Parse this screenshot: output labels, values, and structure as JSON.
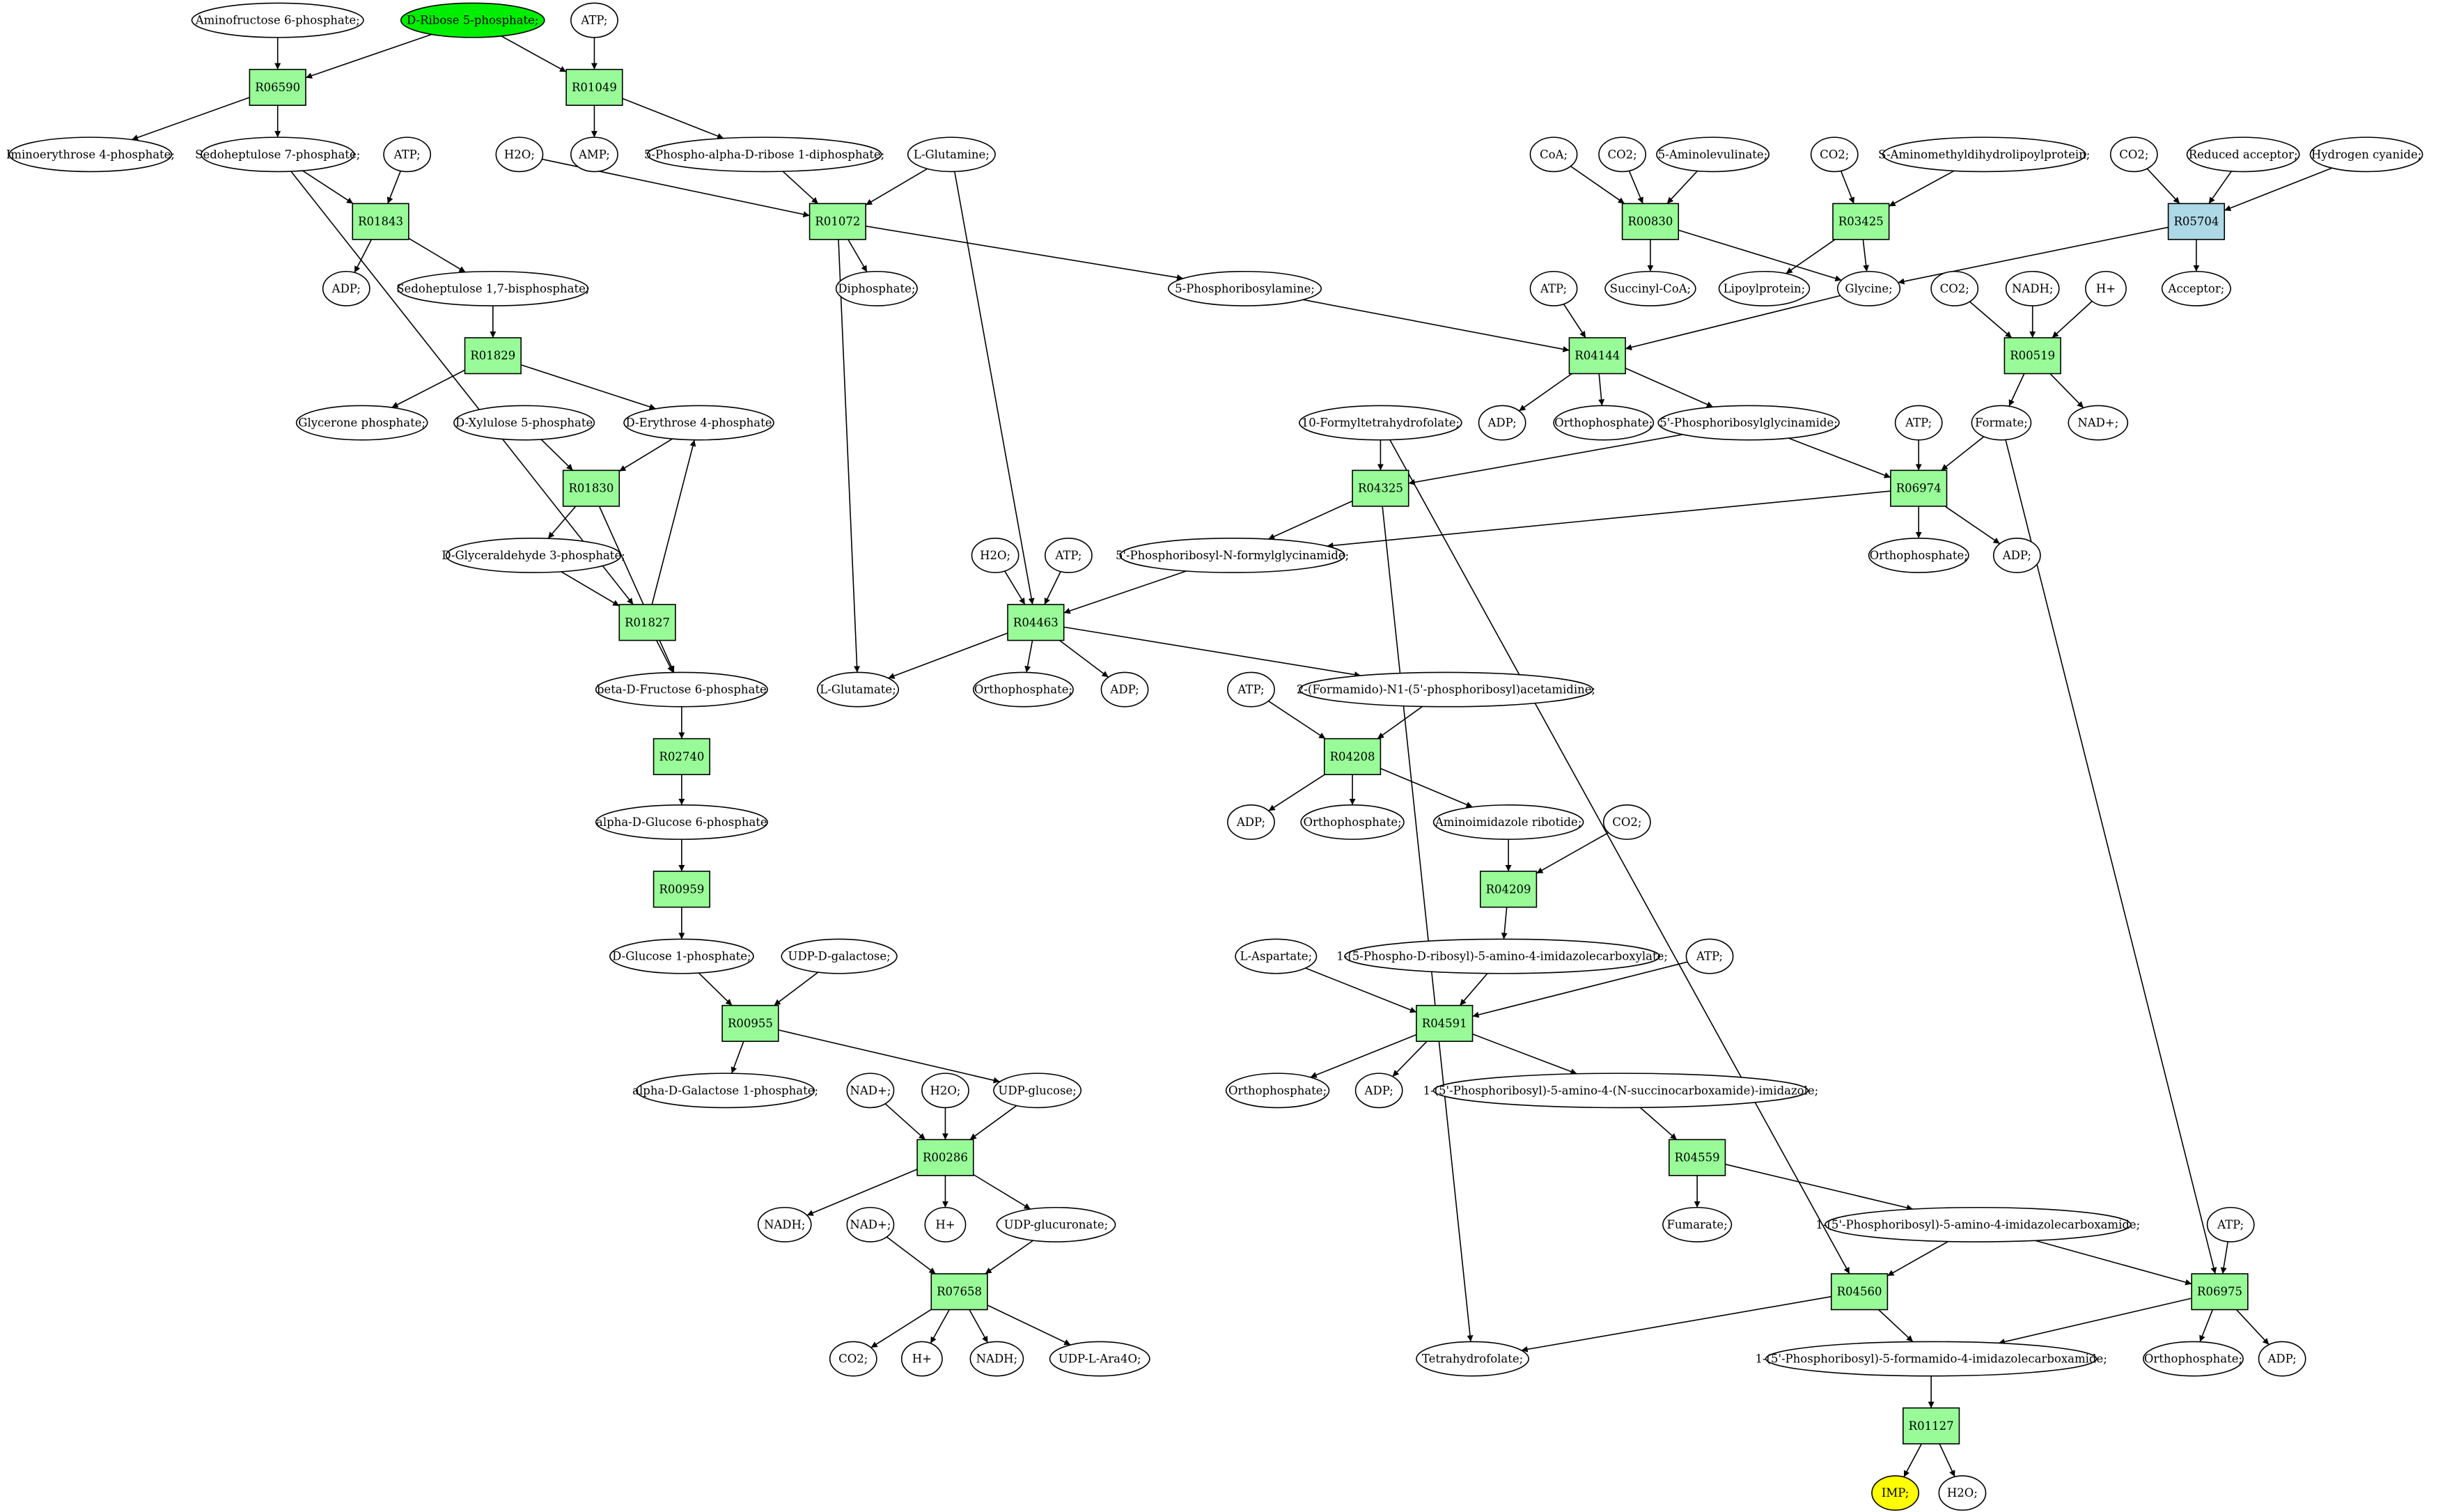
{
  "colors": {
    "compound": "#ffffff",
    "start": "#00ee00",
    "end": "#ffff00",
    "reaction": "#98fb98",
    "reaction_alt": "#add8e6"
  },
  "compounds": [
    {
      "id": "c_amino6p",
      "label": "Aminofructose 6-phosphate;"
    },
    {
      "id": "c_ribose5p",
      "label": "D-Ribose 5-phosphate;",
      "style": "start"
    },
    {
      "id": "c_atp1",
      "label": "ATP;"
    },
    {
      "id": "c_imino",
      "label": "Iminoerythrose 4-phosphate;"
    },
    {
      "id": "c_sed7p",
      "label": "Sedoheptulose 7-phosphate;"
    },
    {
      "id": "c_atp2",
      "label": "ATP;"
    },
    {
      "id": "c_h2o1",
      "label": "H2O;"
    },
    {
      "id": "c_amp",
      "label": "AMP;"
    },
    {
      "id": "c_prpp",
      "label": "5-Phospho-alpha-D-ribose 1-diphosphate;"
    },
    {
      "id": "c_gln",
      "label": "L-Glutamine;"
    },
    {
      "id": "c_coa",
      "label": "CoA;"
    },
    {
      "id": "c_co2a",
      "label": "CO2;"
    },
    {
      "id": "c_ala",
      "label": "5-Aminolevulinate;"
    },
    {
      "id": "c_co2b",
      "label": "CO2;"
    },
    {
      "id": "c_saminomethyl",
      "label": "S-Aminomethyldihydrolipoylprotein;"
    },
    {
      "id": "c_co2c",
      "label": "CO2;"
    },
    {
      "id": "c_redacc",
      "label": "Reduced acceptor;"
    },
    {
      "id": "c_hcn",
      "label": "Hydrogen cyanide;"
    },
    {
      "id": "c_adp1",
      "label": "ADP;"
    },
    {
      "id": "c_sed17bp",
      "label": "Sedoheptulose 1,7-bisphosphate;"
    },
    {
      "id": "c_ppi",
      "label": "Diphosphate;"
    },
    {
      "id": "c_pra",
      "label": "5-Phosphoribosylamine;"
    },
    {
      "id": "c_succoa",
      "label": "Succinyl-CoA;"
    },
    {
      "id": "c_lipo",
      "label": "Lipoylprotein;"
    },
    {
      "id": "c_gly",
      "label": "Glycine;"
    },
    {
      "id": "c_acceptor",
      "label": "Acceptor;"
    },
    {
      "id": "c_atp3",
      "label": "ATP;"
    },
    {
      "id": "c_co2d",
      "label": "CO2;"
    },
    {
      "id": "c_nadh1",
      "label": "NADH;"
    },
    {
      "id": "c_hplus1",
      "label": "H+"
    },
    {
      "id": "c_glycerone",
      "label": "Glycerone phosphate;"
    },
    {
      "id": "c_xylulose",
      "label": "D-Xylulose 5-phosphate"
    },
    {
      "id": "c_ery4p",
      "label": "D-Erythrose 4-phosphate"
    },
    {
      "id": "c_adp2",
      "label": "ADP;"
    },
    {
      "id": "c_pi1",
      "label": "Orthophosphate;"
    },
    {
      "id": "c_gar",
      "label": "5'-Phosphoribosylglycinamide;"
    },
    {
      "id": "c_fthf",
      "label": "10-Formyltetrahydrofolate;"
    },
    {
      "id": "c_atp4",
      "label": "ATP;"
    },
    {
      "id": "c_formate",
      "label": "Formate;"
    },
    {
      "id": "c_nadplus1",
      "label": "NAD+;"
    },
    {
      "id": "c_g3p",
      "label": "D-Glyceraldehyde 3-phosphate;"
    },
    {
      "id": "c_h2o2",
      "label": "H2O;"
    },
    {
      "id": "c_atp5",
      "label": "ATP;"
    },
    {
      "id": "c_fgar",
      "label": "5'-Phosphoribosyl-N-formylglycinamide;"
    },
    {
      "id": "c_pi2",
      "label": "Orthophosphate;"
    },
    {
      "id": "c_adp3",
      "label": "ADP;"
    },
    {
      "id": "c_f6p",
      "label": "beta-D-Fructose 6-phosphate"
    },
    {
      "id": "c_glu",
      "label": "L-Glutamate;"
    },
    {
      "id": "c_pi3",
      "label": "Orthophosphate;"
    },
    {
      "id": "c_adp4",
      "label": "ADP;"
    },
    {
      "id": "c_fgam",
      "label": "2-(Formamido)-N1-(5'-phosphoribosyl)acetamidine;"
    },
    {
      "id": "c_atp6",
      "label": "ATP;"
    },
    {
      "id": "c_g6p",
      "label": "alpha-D-Glucose 6-phosphate"
    },
    {
      "id": "c_adp5",
      "label": "ADP;"
    },
    {
      "id": "c_pi4",
      "label": "Orthophosphate;"
    },
    {
      "id": "c_air",
      "label": "Aminoimidazole ribotide;"
    },
    {
      "id": "c_co2e",
      "label": "CO2;"
    },
    {
      "id": "c_g1p",
      "label": "D-Glucose 1-phosphate;"
    },
    {
      "id": "c_udpgal",
      "label": "UDP-D-galactose;"
    },
    {
      "id": "c_asp",
      "label": "L-Aspartate;"
    },
    {
      "id": "c_cair",
      "label": "1-(5-Phospho-D-ribosyl)-5-amino-4-imidazolecarboxylate;"
    },
    {
      "id": "c_atp7",
      "label": "ATP;"
    },
    {
      "id": "c_gal1p",
      "label": "alpha-D-Galactose 1-phosphate;"
    },
    {
      "id": "c_nadplus2",
      "label": "NAD+;"
    },
    {
      "id": "c_h2o3",
      "label": "H2O;"
    },
    {
      "id": "c_udpglc",
      "label": "UDP-glucose;"
    },
    {
      "id": "c_pi5",
      "label": "Orthophosphate;"
    },
    {
      "id": "c_adp6",
      "label": "ADP;"
    },
    {
      "id": "c_saicar",
      "label": "1-(5'-Phosphoribosyl)-5-amino-4-(N-succinocarboxamide)-imidazole;"
    },
    {
      "id": "c_nadh2",
      "label": "NADH;"
    },
    {
      "id": "c_nadplus3",
      "label": "NAD+;"
    },
    {
      "id": "c_hplus2",
      "label": "H+"
    },
    {
      "id": "c_udpglcur",
      "label": "UDP-glucuronate;"
    },
    {
      "id": "c_fumarate",
      "label": "Fumarate;"
    },
    {
      "id": "c_aicar",
      "label": "1-(5'-Phosphoribosyl)-5-amino-4-imidazolecarboxamide;"
    },
    {
      "id": "c_atp8",
      "label": "ATP;"
    },
    {
      "id": "c_co2f",
      "label": "CO2;"
    },
    {
      "id": "c_hplus3",
      "label": "H+"
    },
    {
      "id": "c_nadh3",
      "label": "NADH;"
    },
    {
      "id": "c_udpara",
      "label": "UDP-L-Ara4O;"
    },
    {
      "id": "c_thf",
      "label": "Tetrahydrofolate;"
    },
    {
      "id": "c_faicar",
      "label": "1-(5'-Phosphoribosyl)-5-formamido-4-imidazolecarboxamide;"
    },
    {
      "id": "c_pi6",
      "label": "Orthophosphate;"
    },
    {
      "id": "c_adp7",
      "label": "ADP;"
    },
    {
      "id": "c_imp",
      "label": "IMP;",
      "style": "end"
    },
    {
      "id": "c_h2o4",
      "label": "H2O;"
    }
  ],
  "reactions": [
    {
      "id": "R06590",
      "label": "R06590"
    },
    {
      "id": "R01049",
      "label": "R01049"
    },
    {
      "id": "R01843",
      "label": "R01843"
    },
    {
      "id": "R01072",
      "label": "R01072"
    },
    {
      "id": "R00830",
      "label": "R00830"
    },
    {
      "id": "R03425",
      "label": "R03425"
    },
    {
      "id": "R05704",
      "label": "R05704",
      "style": "alt"
    },
    {
      "id": "R01829",
      "label": "R01829"
    },
    {
      "id": "R04144",
      "label": "R04144"
    },
    {
      "id": "R00519",
      "label": "R00519"
    },
    {
      "id": "R01830",
      "label": "R01830"
    },
    {
      "id": "R04325",
      "label": "R04325"
    },
    {
      "id": "R06974",
      "label": "R06974"
    },
    {
      "id": "R01827",
      "label": "R01827"
    },
    {
      "id": "R04463",
      "label": "R04463"
    },
    {
      "id": "R02740",
      "label": "R02740"
    },
    {
      "id": "R04208",
      "label": "R04208"
    },
    {
      "id": "R00959",
      "label": "R00959"
    },
    {
      "id": "R04209",
      "label": "R04209"
    },
    {
      "id": "R00955",
      "label": "R00955"
    },
    {
      "id": "R04591",
      "label": "R04591"
    },
    {
      "id": "R00286",
      "label": "R00286"
    },
    {
      "id": "R04559",
      "label": "R04559"
    },
    {
      "id": "R07658",
      "label": "R07658"
    },
    {
      "id": "R04560",
      "label": "R04560"
    },
    {
      "id": "R06975",
      "label": "R06975"
    },
    {
      "id": "R01127",
      "label": "R01127"
    }
  ],
  "edges": [
    [
      "c_amino6p",
      "R06590"
    ],
    [
      "c_ribose5p",
      "R06590"
    ],
    [
      "R06590",
      "c_imino"
    ],
    [
      "R06590",
      "c_sed7p"
    ],
    [
      "c_ribose5p",
      "R01049"
    ],
    [
      "c_atp1",
      "R01049"
    ],
    [
      "R01049",
      "c_amp"
    ],
    [
      "R01049",
      "c_prpp"
    ],
    [
      "c_sed7p",
      "R01843"
    ],
    [
      "c_atp2",
      "R01843"
    ],
    [
      "R01843",
      "c_adp1"
    ],
    [
      "R01843",
      "c_sed17bp"
    ],
    [
      "c_h2o1",
      "R01072"
    ],
    [
      "c_prpp",
      "R01072"
    ],
    [
      "c_gln",
      "R01072"
    ],
    [
      "R01072",
      "c_ppi"
    ],
    [
      "R01072",
      "c_pra"
    ],
    [
      "R01072",
      "c_glu"
    ],
    [
      "c_coa",
      "R00830"
    ],
    [
      "c_co2a",
      "R00830"
    ],
    [
      "c_ala",
      "R00830"
    ],
    [
      "R00830",
      "c_succoa"
    ],
    [
      "R00830",
      "c_gly"
    ],
    [
      "c_co2b",
      "R03425"
    ],
    [
      "c_saminomethyl",
      "R03425"
    ],
    [
      "R03425",
      "c_lipo"
    ],
    [
      "R03425",
      "c_gly"
    ],
    [
      "c_co2c",
      "R05704"
    ],
    [
      "c_redacc",
      "R05704"
    ],
    [
      "c_hcn",
      "R05704"
    ],
    [
      "R05704",
      "c_gly"
    ],
    [
      "R05704",
      "c_acceptor"
    ],
    [
      "c_sed17bp",
      "R01829"
    ],
    [
      "R01829",
      "c_glycerone"
    ],
    [
      "R01829",
      "c_ery4p"
    ],
    [
      "c_pra",
      "R04144"
    ],
    [
      "c_atp3",
      "R04144"
    ],
    [
      "c_gly",
      "R04144"
    ],
    [
      "R04144",
      "c_adp2"
    ],
    [
      "R04144",
      "c_pi1"
    ],
    [
      "R04144",
      "c_gar"
    ],
    [
      "c_co2d",
      "R00519"
    ],
    [
      "c_nadh1",
      "R00519"
    ],
    [
      "c_hplus1",
      "R00519"
    ],
    [
      "R00519",
      "c_formate"
    ],
    [
      "R00519",
      "c_nadplus1"
    ],
    [
      "c_xylulose",
      "R01830"
    ],
    [
      "c_ery4p",
      "R01830"
    ],
    [
      "R01830",
      "c_g3p"
    ],
    [
      "R01830",
      "c_f6p"
    ],
    [
      "c_fthf",
      "R04325"
    ],
    [
      "c_gar",
      "R04325"
    ],
    [
      "R04325",
      "c_fgar"
    ],
    [
      "R04325",
      "c_thf"
    ],
    [
      "c_gar",
      "R06974"
    ],
    [
      "c_atp4",
      "R06974"
    ],
    [
      "c_formate",
      "R06974"
    ],
    [
      "R06974",
      "c_fgar"
    ],
    [
      "R06974",
      "c_pi5"
    ],
    [
      "R06974",
      "c_adp6"
    ],
    [
      "c_g3p",
      "R01827"
    ],
    [
      "c_sed7p",
      "R01827"
    ],
    [
      "R01827",
      "c_ery4p"
    ],
    [
      "R01827",
      "c_f6p"
    ],
    [
      "c_gln",
      "R04463"
    ],
    [
      "c_h2o2",
      "R04463"
    ],
    [
      "c_atp5",
      "R04463"
    ],
    [
      "c_fgar",
      "R04463"
    ],
    [
      "R04463",
      "c_glu"
    ],
    [
      "R04463",
      "c_pi3"
    ],
    [
      "R04463",
      "c_adp4"
    ],
    [
      "R04463",
      "c_fgam"
    ],
    [
      "c_f6p",
      "R02740"
    ],
    [
      "R02740",
      "c_g6p"
    ],
    [
      "c_atp6",
      "R04208"
    ],
    [
      "c_fgam",
      "R04208"
    ],
    [
      "R04208",
      "c_adp5"
    ],
    [
      "R04208",
      "c_pi4"
    ],
    [
      "R04208",
      "c_air"
    ],
    [
      "c_g6p",
      "R00959"
    ],
    [
      "R00959",
      "c_g1p"
    ],
    [
      "c_air",
      "R04209"
    ],
    [
      "c_co2e",
      "R04209"
    ],
    [
      "R04209",
      "c_cair"
    ],
    [
      "c_g1p",
      "R00955"
    ],
    [
      "c_udpgal",
      "R00955"
    ],
    [
      "R00955",
      "c_gal1p"
    ],
    [
      "R00955",
      "c_udpglc"
    ],
    [
      "c_asp",
      "R04591"
    ],
    [
      "c_cair",
      "R04591"
    ],
    [
      "c_atp7",
      "R04591"
    ],
    [
      "R04591",
      "c_pi2"
    ],
    [
      "R04591",
      "c_adp3"
    ],
    [
      "R04591",
      "c_saicar"
    ],
    [
      "c_nadplus2",
      "R00286"
    ],
    [
      "c_h2o3",
      "R00286"
    ],
    [
      "c_udpglc",
      "R00286"
    ],
    [
      "R00286",
      "c_nadh2"
    ],
    [
      "R00286",
      "c_hplus2"
    ],
    [
      "R00286",
      "c_udpglcur"
    ],
    [
      "c_saicar",
      "R04559"
    ],
    [
      "R04559",
      "c_fumarate"
    ],
    [
      "R04559",
      "c_aicar"
    ],
    [
      "c_nadplus3",
      "R07658"
    ],
    [
      "c_udpglcur",
      "R07658"
    ],
    [
      "R07658",
      "c_co2f"
    ],
    [
      "R07658",
      "c_hplus3"
    ],
    [
      "R07658",
      "c_nadh3"
    ],
    [
      "R07658",
      "c_udpara"
    ],
    [
      "c_fthf",
      "R04560"
    ],
    [
      "c_aicar",
      "R04560"
    ],
    [
      "R04560",
      "c_thf"
    ],
    [
      "R04560",
      "c_faicar"
    ],
    [
      "c_aicar",
      "R06975"
    ],
    [
      "c_atp8",
      "R06975"
    ],
    [
      "c_formate",
      "R06975"
    ],
    [
      "R06975",
      "c_faicar"
    ],
    [
      "R06975",
      "c_pi6"
    ],
    [
      "R06975",
      "c_adp7"
    ],
    [
      "c_faicar",
      "R01127"
    ],
    [
      "R01127",
      "c_imp"
    ],
    [
      "R01127",
      "c_h2o4"
    ]
  ]
}
